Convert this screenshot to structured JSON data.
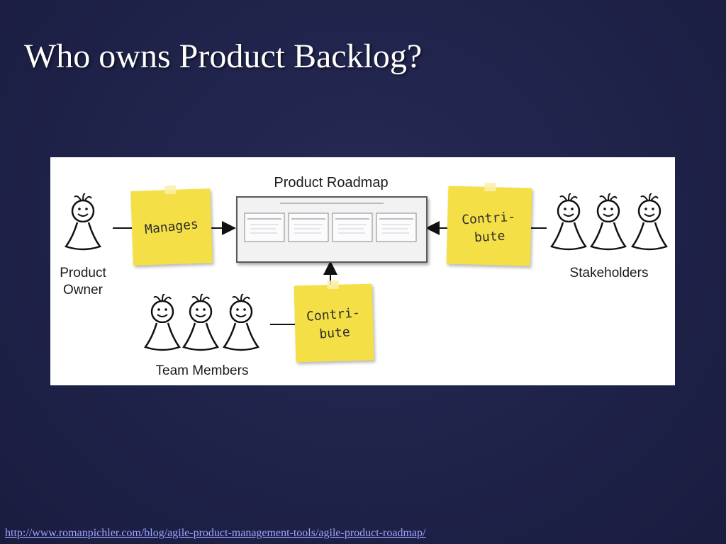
{
  "slide": {
    "title": "Who owns Product Backlog?",
    "footer_link": "http://www.romanpichler.com/blog/agile-product-management-tools/agile-product-roadmap/"
  },
  "diagram": {
    "roadmap_title": "Product Roadmap",
    "roles": {
      "product_owner": "Product Owner",
      "stakeholders": "Stakeholders",
      "team_members": "Team Members"
    },
    "notes": {
      "manages": "Manages",
      "stakeholders_contribute": "Contri-\nbute",
      "team_contribute": "Contri-\nbute"
    }
  },
  "colors": {
    "background": "#1f2249",
    "sticky_note": "#f4e046",
    "link": "#9da6ff"
  }
}
